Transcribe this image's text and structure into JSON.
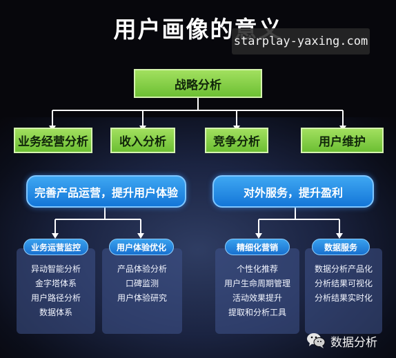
{
  "title": "用户画像的意义",
  "watermark": "starplay-yaxing.com",
  "root": "战略分析",
  "categories": [
    "业务经营分析",
    "收入分析",
    "竞争分析",
    "用户维护"
  ],
  "groups": [
    {
      "label": "完善产品运营，提升用户体验",
      "panels": [
        {
          "tag": "业务运营监控",
          "items": [
            "异动智能分析",
            "金字塔体系",
            "用户路径分析",
            "数据体系"
          ]
        },
        {
          "tag": "用户体验优化",
          "items": [
            "产品体验分析",
            "口碑监测",
            "用户体验研究"
          ]
        }
      ]
    },
    {
      "label": "对外服务，提升盈利",
      "panels": [
        {
          "tag": "精细化营销",
          "items": [
            "个性化推荐",
            "用户生命周期管理",
            "活动效果提升",
            "提取和分析工具"
          ]
        },
        {
          "tag": "数据服务",
          "items": [
            "数据分析产品化",
            "分析结果可视化",
            "分析结果实时化"
          ]
        }
      ]
    }
  ],
  "footer": {
    "text": "数据分析",
    "logo_icon": "wechat-icon"
  }
}
